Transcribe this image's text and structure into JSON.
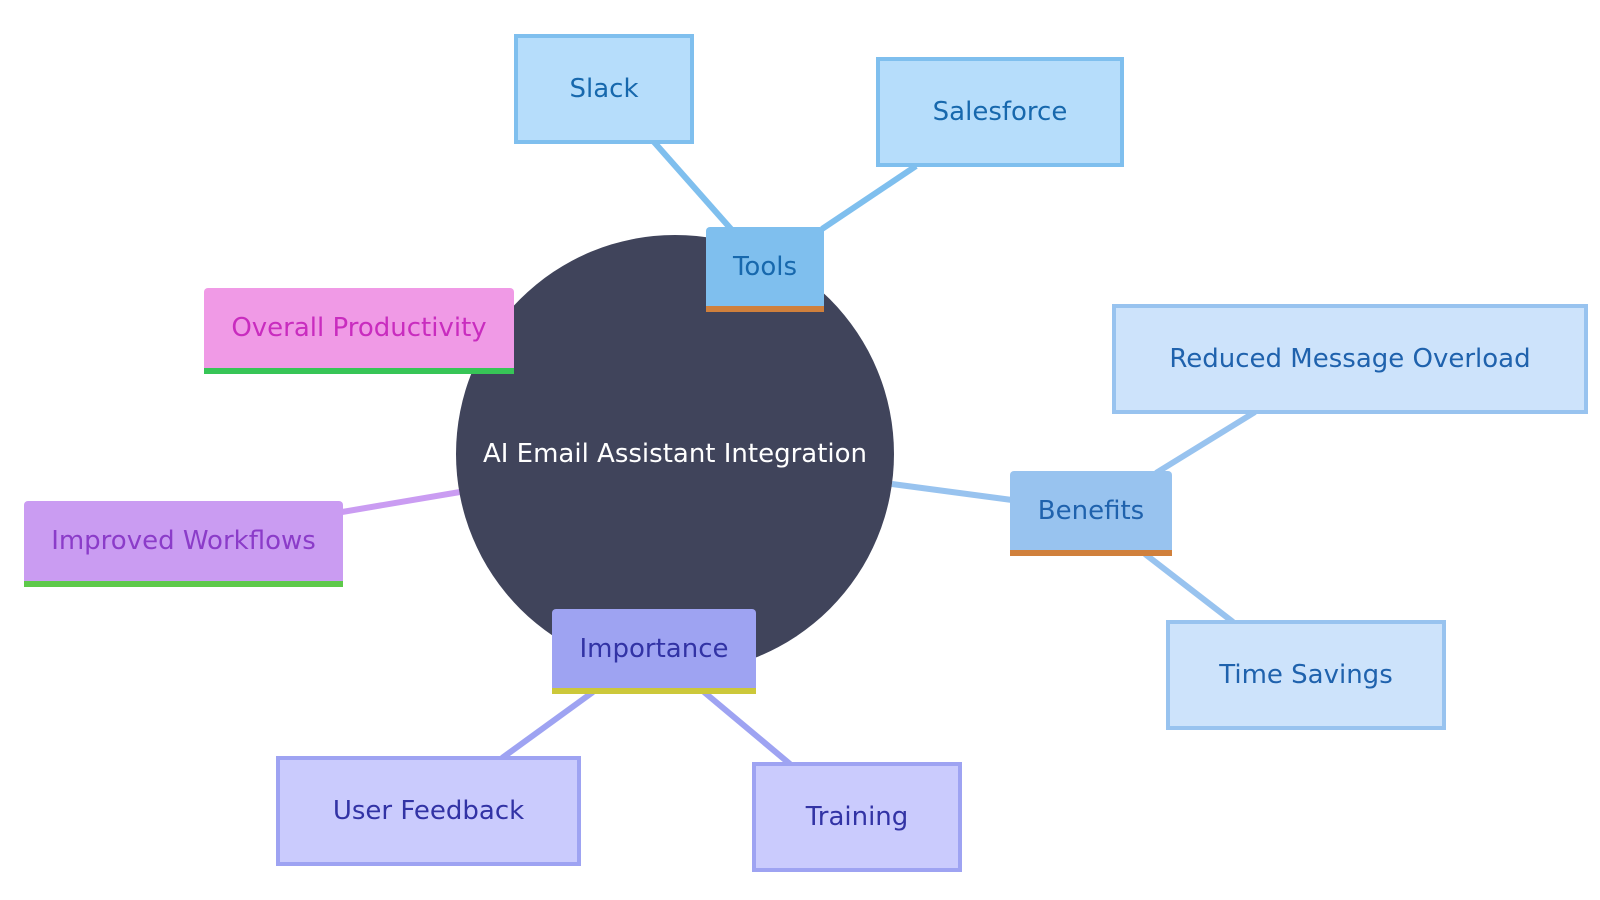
{
  "diagram": {
    "center": {
      "label": "AI Email Assistant Integration"
    },
    "branches": {
      "tools": {
        "label": "Tools",
        "children": [
          "Slack",
          "Salesforce"
        ]
      },
      "benefits": {
        "label": "Benefits",
        "children": [
          "Reduced Message Overload",
          "Time Savings"
        ]
      },
      "importance": {
        "label": "Importance",
        "children": [
          "User Feedback",
          "Training"
        ]
      },
      "productivity": {
        "label": "Overall Productivity"
      },
      "workflows": {
        "label": "Improved Workflows"
      }
    }
  },
  "colors": {
    "center_fill": "#40445b",
    "tools_line": "#7fbfee",
    "benefits_line": "#98c3ef",
    "importance_line": "#9ea3f2",
    "workflows_line": "#ca9cf2"
  }
}
